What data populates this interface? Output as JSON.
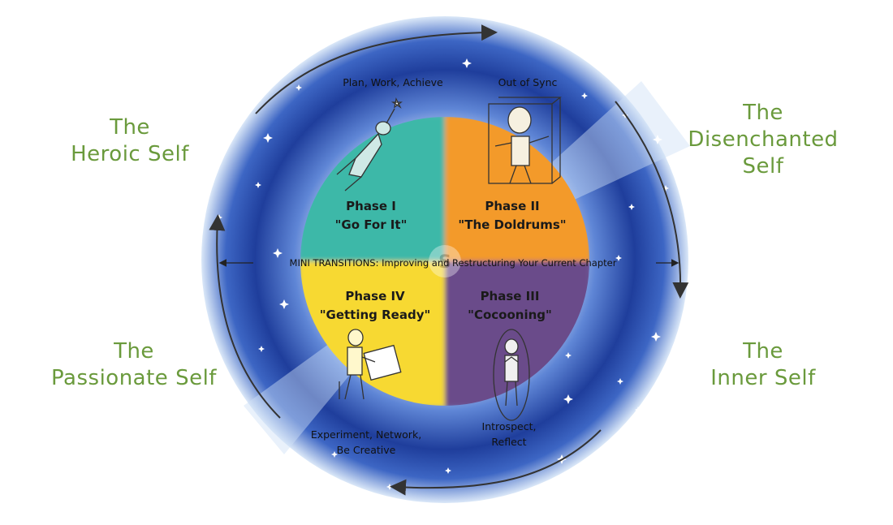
{
  "selves": {
    "heroic": [
      "The",
      "Heroic Self"
    ],
    "disenchanted": [
      "The",
      "Disenchanted",
      "Self"
    ],
    "passionate": [
      "The",
      "Passionate Self"
    ],
    "inner": [
      "The",
      "Inner Self"
    ]
  },
  "activities": {
    "top_left": [
      "Plan, Work, Achieve"
    ],
    "top_right": [
      "Out of Sync"
    ],
    "bottom_left": [
      "Experiment, Network,",
      "Be Creative"
    ],
    "bottom_right": [
      "Introspect,",
      "Reflect"
    ]
  },
  "phases": {
    "p1": {
      "title": "Phase I",
      "subtitle": "\"Go For It\""
    },
    "p2": {
      "title": "Phase II",
      "subtitle": "\"The Doldrums\""
    },
    "p3": {
      "title": "Phase III",
      "subtitle": "\"Cocooning\""
    },
    "p4": {
      "title": "Phase IV",
      "subtitle": "\"Getting Ready\""
    }
  },
  "mini_transitions": "MINI TRANSITIONS: Improving and Restructuring Your Current Chapter",
  "colors": {
    "teal": "#3cb8a8",
    "orange": "#f39a2c",
    "purple": "#6a4b8a",
    "yellow": "#f7d932",
    "label_green": "#6a9a3c",
    "sky_dark": "#1f3e9c",
    "sky_light": "#dbe8f8"
  }
}
